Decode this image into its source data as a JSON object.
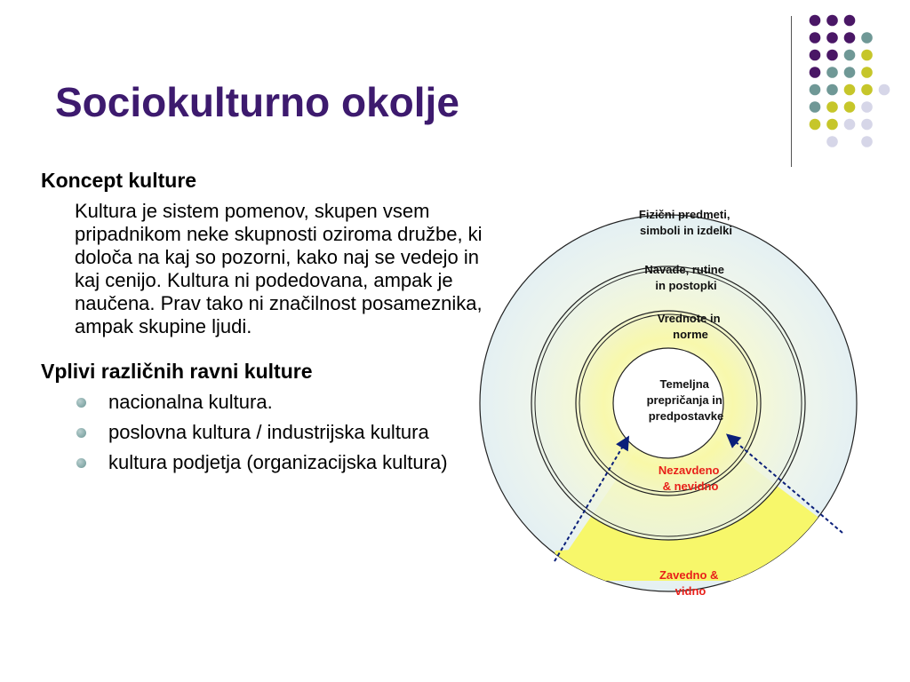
{
  "title": "Sociokulturno okolje",
  "section1": {
    "heading": "Koncept kulture",
    "text": "Kultura je sistem pomenov, skupen vsem pripadnikom neke skupnosti oziroma družbe, ki določa na kaj so pozorni, kako naj se vedejo in kaj cenijo. Kultura ni podedovana, ampak je naučena. Prav tako ni značilnost posameznika, ampak skupine ljudi."
  },
  "section2": {
    "heading": "Vplivi različnih ravni kulture",
    "items": [
      "nacionalna kultura.",
      "poslovna kultura / industrijska kultura",
      "kultura podjetja (organizacijska kultura)"
    ]
  },
  "diagram": {
    "layers": [
      {
        "lines": [
          "Fizični predmeti,",
          "simboli in izdelki"
        ]
      },
      {
        "lines": [
          "Navade, rutine",
          "in postopki"
        ]
      },
      {
        "lines": [
          "Vrednote in",
          "norme"
        ]
      },
      {
        "lines": [
          "Temeljna",
          "prepričanja in",
          "predpostavke"
        ]
      }
    ],
    "hidden_label": [
      "Nezavdeno",
      "& nevidno"
    ],
    "visible_label": [
      "Zavedno &",
      "vidno"
    ]
  },
  "colors": {
    "title": "#3d1a6e",
    "purple": "#4a1766",
    "teal": "#6f9896",
    "olive": "#c6c62a",
    "lavender": "#d6d6e8",
    "yellow_fill": "#f7f76a",
    "red_text": "#e8201a",
    "arrow": "#0a1f7a"
  }
}
